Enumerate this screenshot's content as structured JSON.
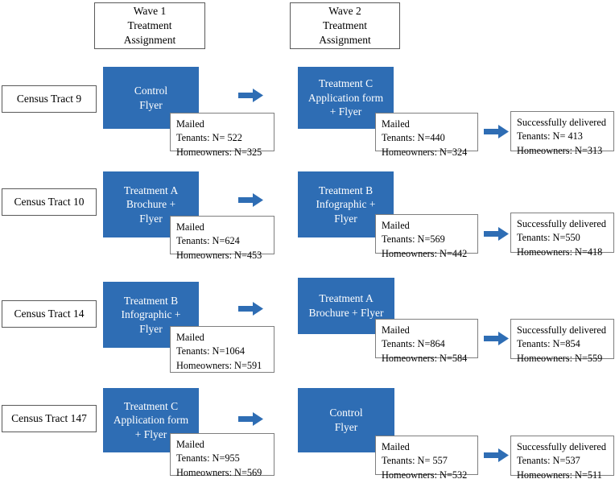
{
  "figure": {
    "type": "flow-diagram",
    "accent_color": "#2E6DB4",
    "border_color": "#595959",
    "info_border_color": "#7F7F7F",
    "background": "#FFFFFF"
  },
  "headers": [
    {
      "name": "wave1",
      "lines": [
        "Wave 1",
        "Treatment",
        "Assignment"
      ]
    },
    {
      "name": "wave2",
      "lines": [
        "Wave 2",
        "Treatment",
        "Assignment"
      ]
    }
  ],
  "rows": [
    {
      "tract": "Census Tract 9",
      "wave1": {
        "treatment_lines": [
          "Control",
          "Flyer"
        ],
        "mailed": {
          "title": "Mailed",
          "tenants": "Tenants: N= 522",
          "homeowners": "Homeowners: N=325"
        }
      },
      "wave2": {
        "treatment_lines": [
          "Treatment C",
          "Application form",
          "+ Flyer"
        ],
        "mailed": {
          "title": "Mailed",
          "tenants": "Tenants: N=440",
          "homeowners": "Homeowners: N=324"
        },
        "delivered": {
          "title": "Successfully delivered",
          "tenants": "Tenants: N= 413",
          "homeowners": "Homeowners: N=313"
        }
      }
    },
    {
      "tract": "Census Tract 10",
      "wave1": {
        "treatment_lines": [
          "Treatment A",
          "Brochure +",
          "Flyer"
        ],
        "mailed": {
          "title": "Mailed",
          "tenants": "Tenants: N=624",
          "homeowners": "Homeowners: N=453"
        }
      },
      "wave2": {
        "treatment_lines": [
          "Treatment B",
          "Infographic +",
          "Flyer"
        ],
        "mailed": {
          "title": "Mailed",
          "tenants": "Tenants: N=569",
          "homeowners": "Homeowners: N=442"
        },
        "delivered": {
          "title": "Successfully delivered",
          "tenants": "Tenants: N=550",
          "homeowners": "Homeowners: N=418"
        }
      }
    },
    {
      "tract": "Census Tract 14",
      "wave1": {
        "treatment_lines": [
          "Treatment B",
          "Infographic +",
          "Flyer"
        ],
        "mailed": {
          "title": "Mailed",
          "tenants": "Tenants: N=1064",
          "homeowners": "Homeowners: N=591"
        }
      },
      "wave2": {
        "treatment_lines": [
          "Treatment A",
          "Brochure + Flyer"
        ],
        "mailed": {
          "title": "Mailed",
          "tenants": "Tenants: N=864",
          "homeowners": "Homeowners: N=584"
        },
        "delivered": {
          "title": "Successfully delivered",
          "tenants": "Tenants: N=854",
          "homeowners": "Homeowners: N=559"
        }
      }
    },
    {
      "tract": "Census Tract 147",
      "wave1": {
        "treatment_lines": [
          "Treatment C",
          "Application form",
          "+ Flyer"
        ],
        "mailed": {
          "title": "Mailed",
          "tenants": "Tenants: N=955",
          "homeowners": "Homeowners: N=569"
        }
      },
      "wave2": {
        "treatment_lines": [
          "Control",
          "Flyer"
        ],
        "mailed": {
          "title": "Mailed",
          "tenants": "Tenants: N= 557",
          "homeowners": "Homeowners: N=532"
        },
        "delivered": {
          "title": "Successfully delivered",
          "tenants": "Tenants: N=537",
          "homeowners": "Homeowners: N=511"
        }
      }
    }
  ]
}
